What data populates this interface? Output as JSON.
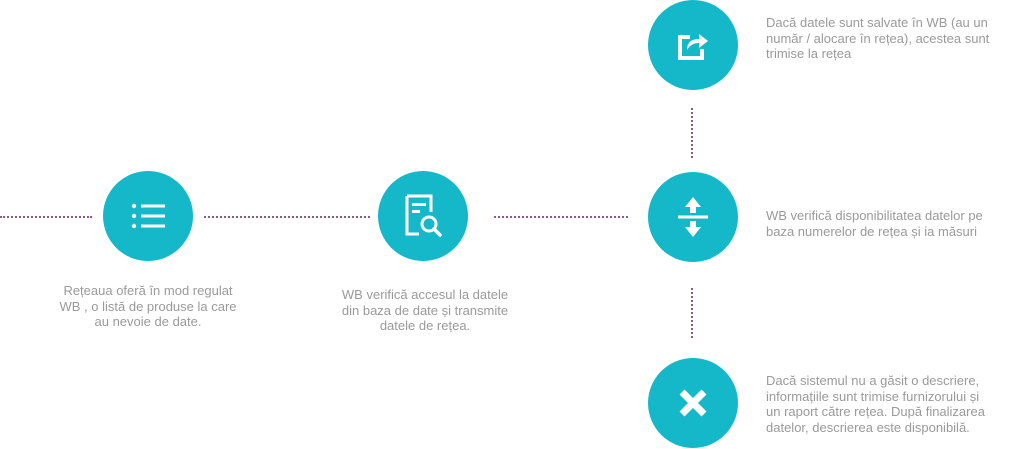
{
  "steps": {
    "step1": {
      "icon": "list-icon",
      "text": "Rețeaua oferă în mod regulat\nWB , o listă de produse la care\nau nevoie de date."
    },
    "step2": {
      "icon": "document-search-icon",
      "text": "WB verifică accesul la datele\ndin baza de date și transmite\ndatele de rețea."
    },
    "step3": {
      "icon": "export-icon",
      "text": "Dacă datele sunt salvate în WB (au un\nnumăr / alocare în rețea), acestea sunt\ntrimise la rețea"
    },
    "step4": {
      "icon": "split-arrows-icon",
      "text": "WB verifică disponibilitatea datelor pe\nbaza numerelor de rețea și ia măsuri"
    },
    "step5": {
      "icon": "close-icon",
      "text": "Dacă sistemul nu a găsit o descriere,\ninformațiile sunt trimise furnizorului și\nun raport către rețea. După finalizarea\ndatelor, descrierea este disponibilă."
    }
  },
  "colors": {
    "accent": "#14b8c9",
    "connector": "#8b5a8c",
    "text": "#9a9a9a"
  }
}
